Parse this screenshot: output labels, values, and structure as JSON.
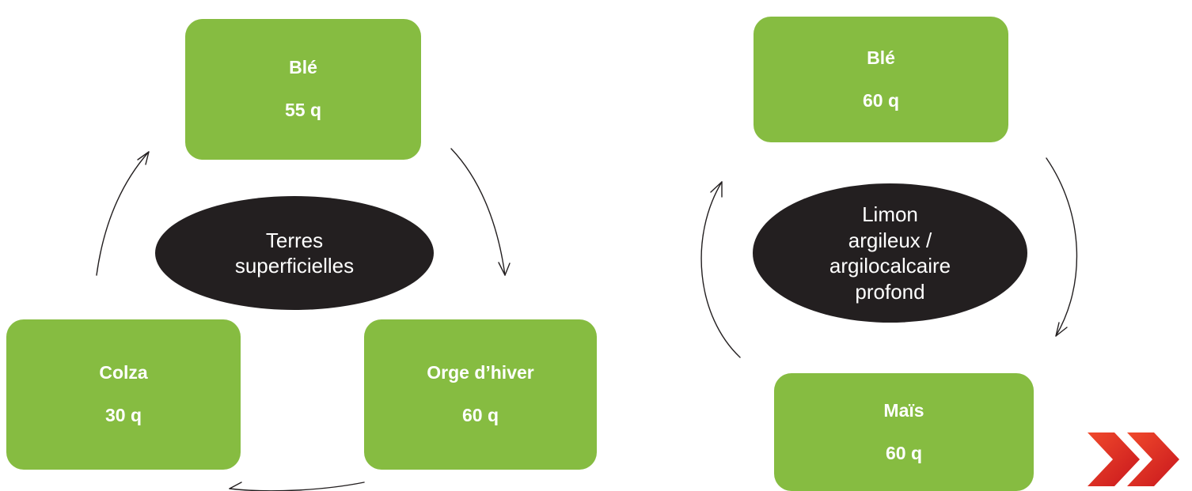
{
  "left_cycle": {
    "center": [
      "Terres",
      "superficielles"
    ],
    "nodes": [
      {
        "crop": "Blé",
        "yield": "55 q"
      },
      {
        "crop": "Orge d’hiver",
        "yield": "60 q"
      },
      {
        "crop": "Colza",
        "yield": "30 q"
      }
    ]
  },
  "right_cycle": {
    "center": [
      "Limon",
      "argileux /",
      "argilocalcaire",
      "profond"
    ],
    "nodes": [
      {
        "crop": "Blé",
        "yield": "60 q"
      },
      {
        "crop": "Maïs",
        "yield": "60 q"
      }
    ]
  },
  "colors": {
    "crop_box": "#86bc41",
    "soil_ellipse": "#231f20",
    "arrow": "#231f20",
    "logo_red": "#e2231a"
  },
  "icons": [
    "cycle-arrow-icon",
    "double-chevron-logo-icon"
  ]
}
